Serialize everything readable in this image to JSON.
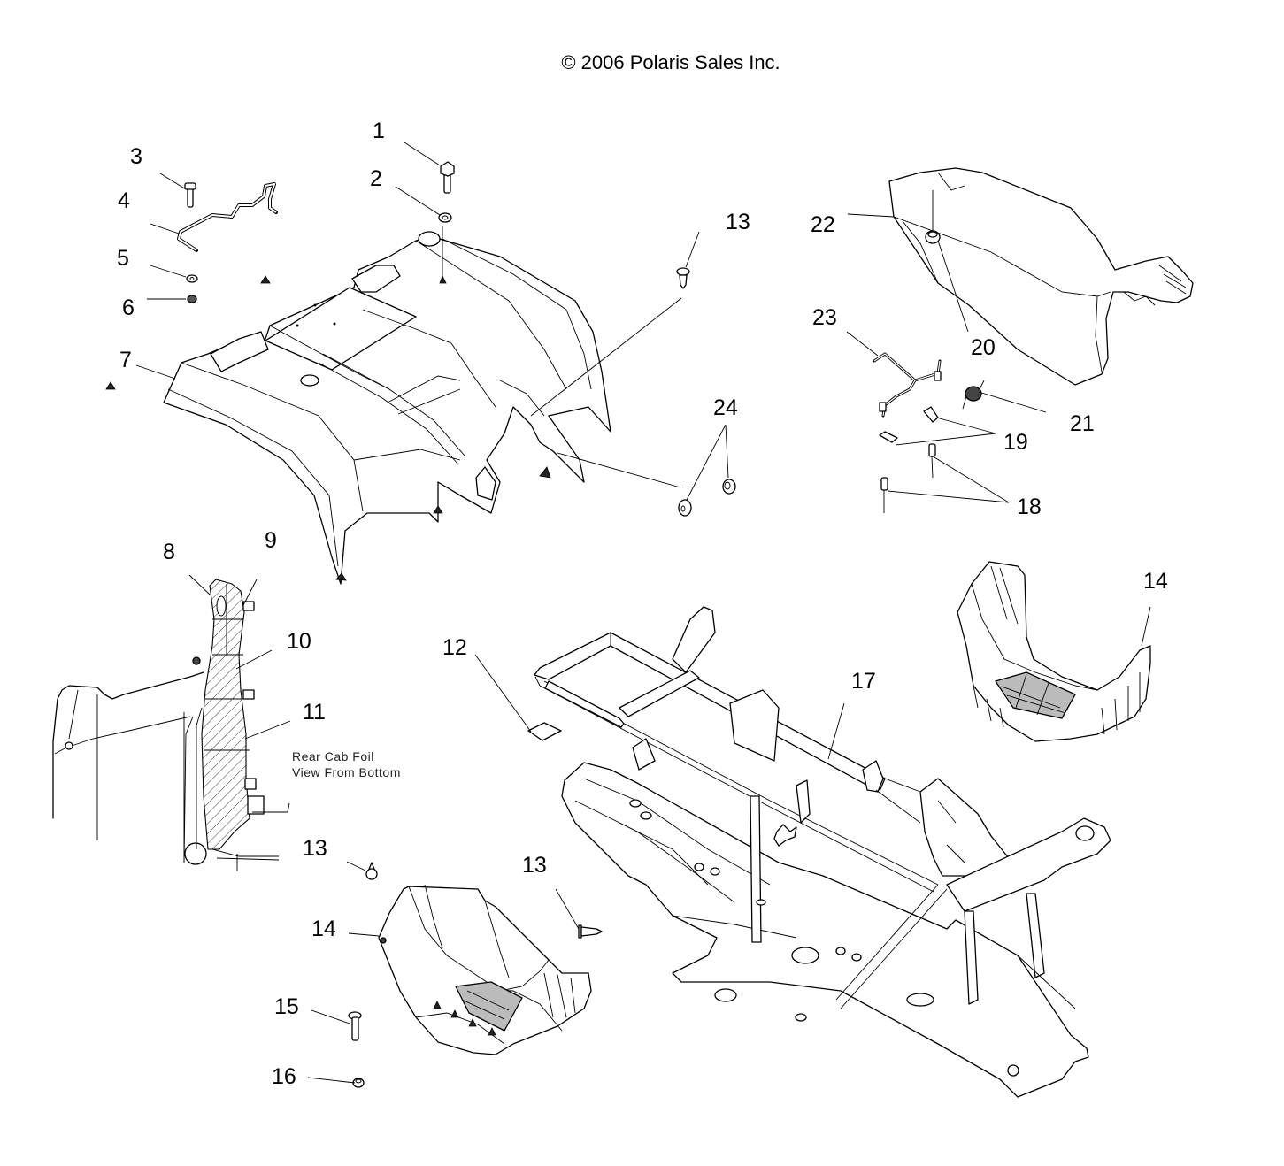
{
  "diagram": {
    "title": "© 2006 Polaris Sales Inc.",
    "note_lines": [
      "Rear Cab Foil",
      "View From Bottom"
    ],
    "callouts": [
      {
        "id": "c1",
        "label": "1",
        "part": "bolt"
      },
      {
        "id": "c2",
        "label": "2",
        "part": "washer"
      },
      {
        "id": "c3",
        "label": "3",
        "part": "bolt"
      },
      {
        "id": "c4",
        "label": "4",
        "part": "rod"
      },
      {
        "id": "c5",
        "label": "5",
        "part": "washer"
      },
      {
        "id": "c6",
        "label": "6",
        "part": "nut"
      },
      {
        "id": "c7",
        "label": "7",
        "part": "rear-cab"
      },
      {
        "id": "c8",
        "label": "8",
        "part": "foil"
      },
      {
        "id": "c9",
        "label": "9",
        "part": "foil"
      },
      {
        "id": "c10",
        "label": "10",
        "part": "foil"
      },
      {
        "id": "c11",
        "label": "11",
        "part": "foil"
      },
      {
        "id": "c12",
        "label": "12",
        "part": "decal"
      },
      {
        "id": "c13a",
        "label": "13",
        "part": "push-rivet"
      },
      {
        "id": "c13b",
        "label": "13",
        "part": "push-rivet"
      },
      {
        "id": "c13c",
        "label": "13",
        "part": "push-rivet"
      },
      {
        "id": "c14a",
        "label": "14",
        "part": "footwell"
      },
      {
        "id": "c14b",
        "label": "14",
        "part": "footwell"
      },
      {
        "id": "c15",
        "label": "15",
        "part": "screw"
      },
      {
        "id": "c16",
        "label": "16",
        "part": "nut"
      },
      {
        "id": "c17",
        "label": "17",
        "part": "frame"
      },
      {
        "id": "c18",
        "label": "18",
        "part": "rivet"
      },
      {
        "id": "c19",
        "label": "19",
        "part": "bracket"
      },
      {
        "id": "c20",
        "label": "20",
        "part": "bumper"
      },
      {
        "id": "c21",
        "label": "21",
        "part": "spring"
      },
      {
        "id": "c22",
        "label": "22",
        "part": "seat"
      },
      {
        "id": "c23",
        "label": "23",
        "part": "latch"
      },
      {
        "id": "c24",
        "label": "24",
        "part": "grommet"
      }
    ]
  }
}
